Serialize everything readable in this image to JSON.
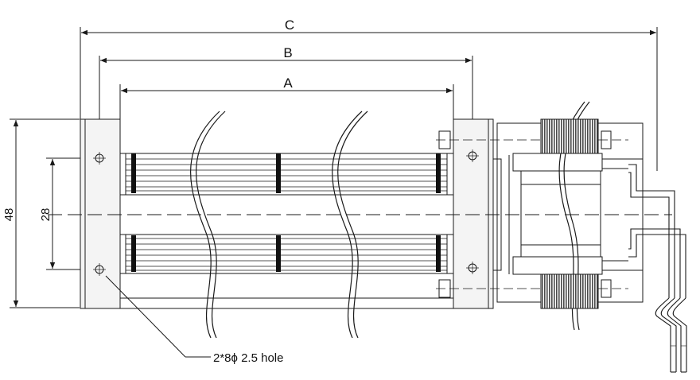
{
  "dimensions": {
    "overall_label": "C",
    "mount_hole_spacing_label": "B",
    "impeller_length_label": "A",
    "height_label": "48",
    "hole_spacing_vertical_label": "28"
  },
  "annotation": {
    "hole_note": "2*8ϕ 2.5 hole"
  },
  "colors": {
    "line": "#1a1a1a",
    "fill_light": "#f4f4f4",
    "coil": "#5a5a5a"
  }
}
